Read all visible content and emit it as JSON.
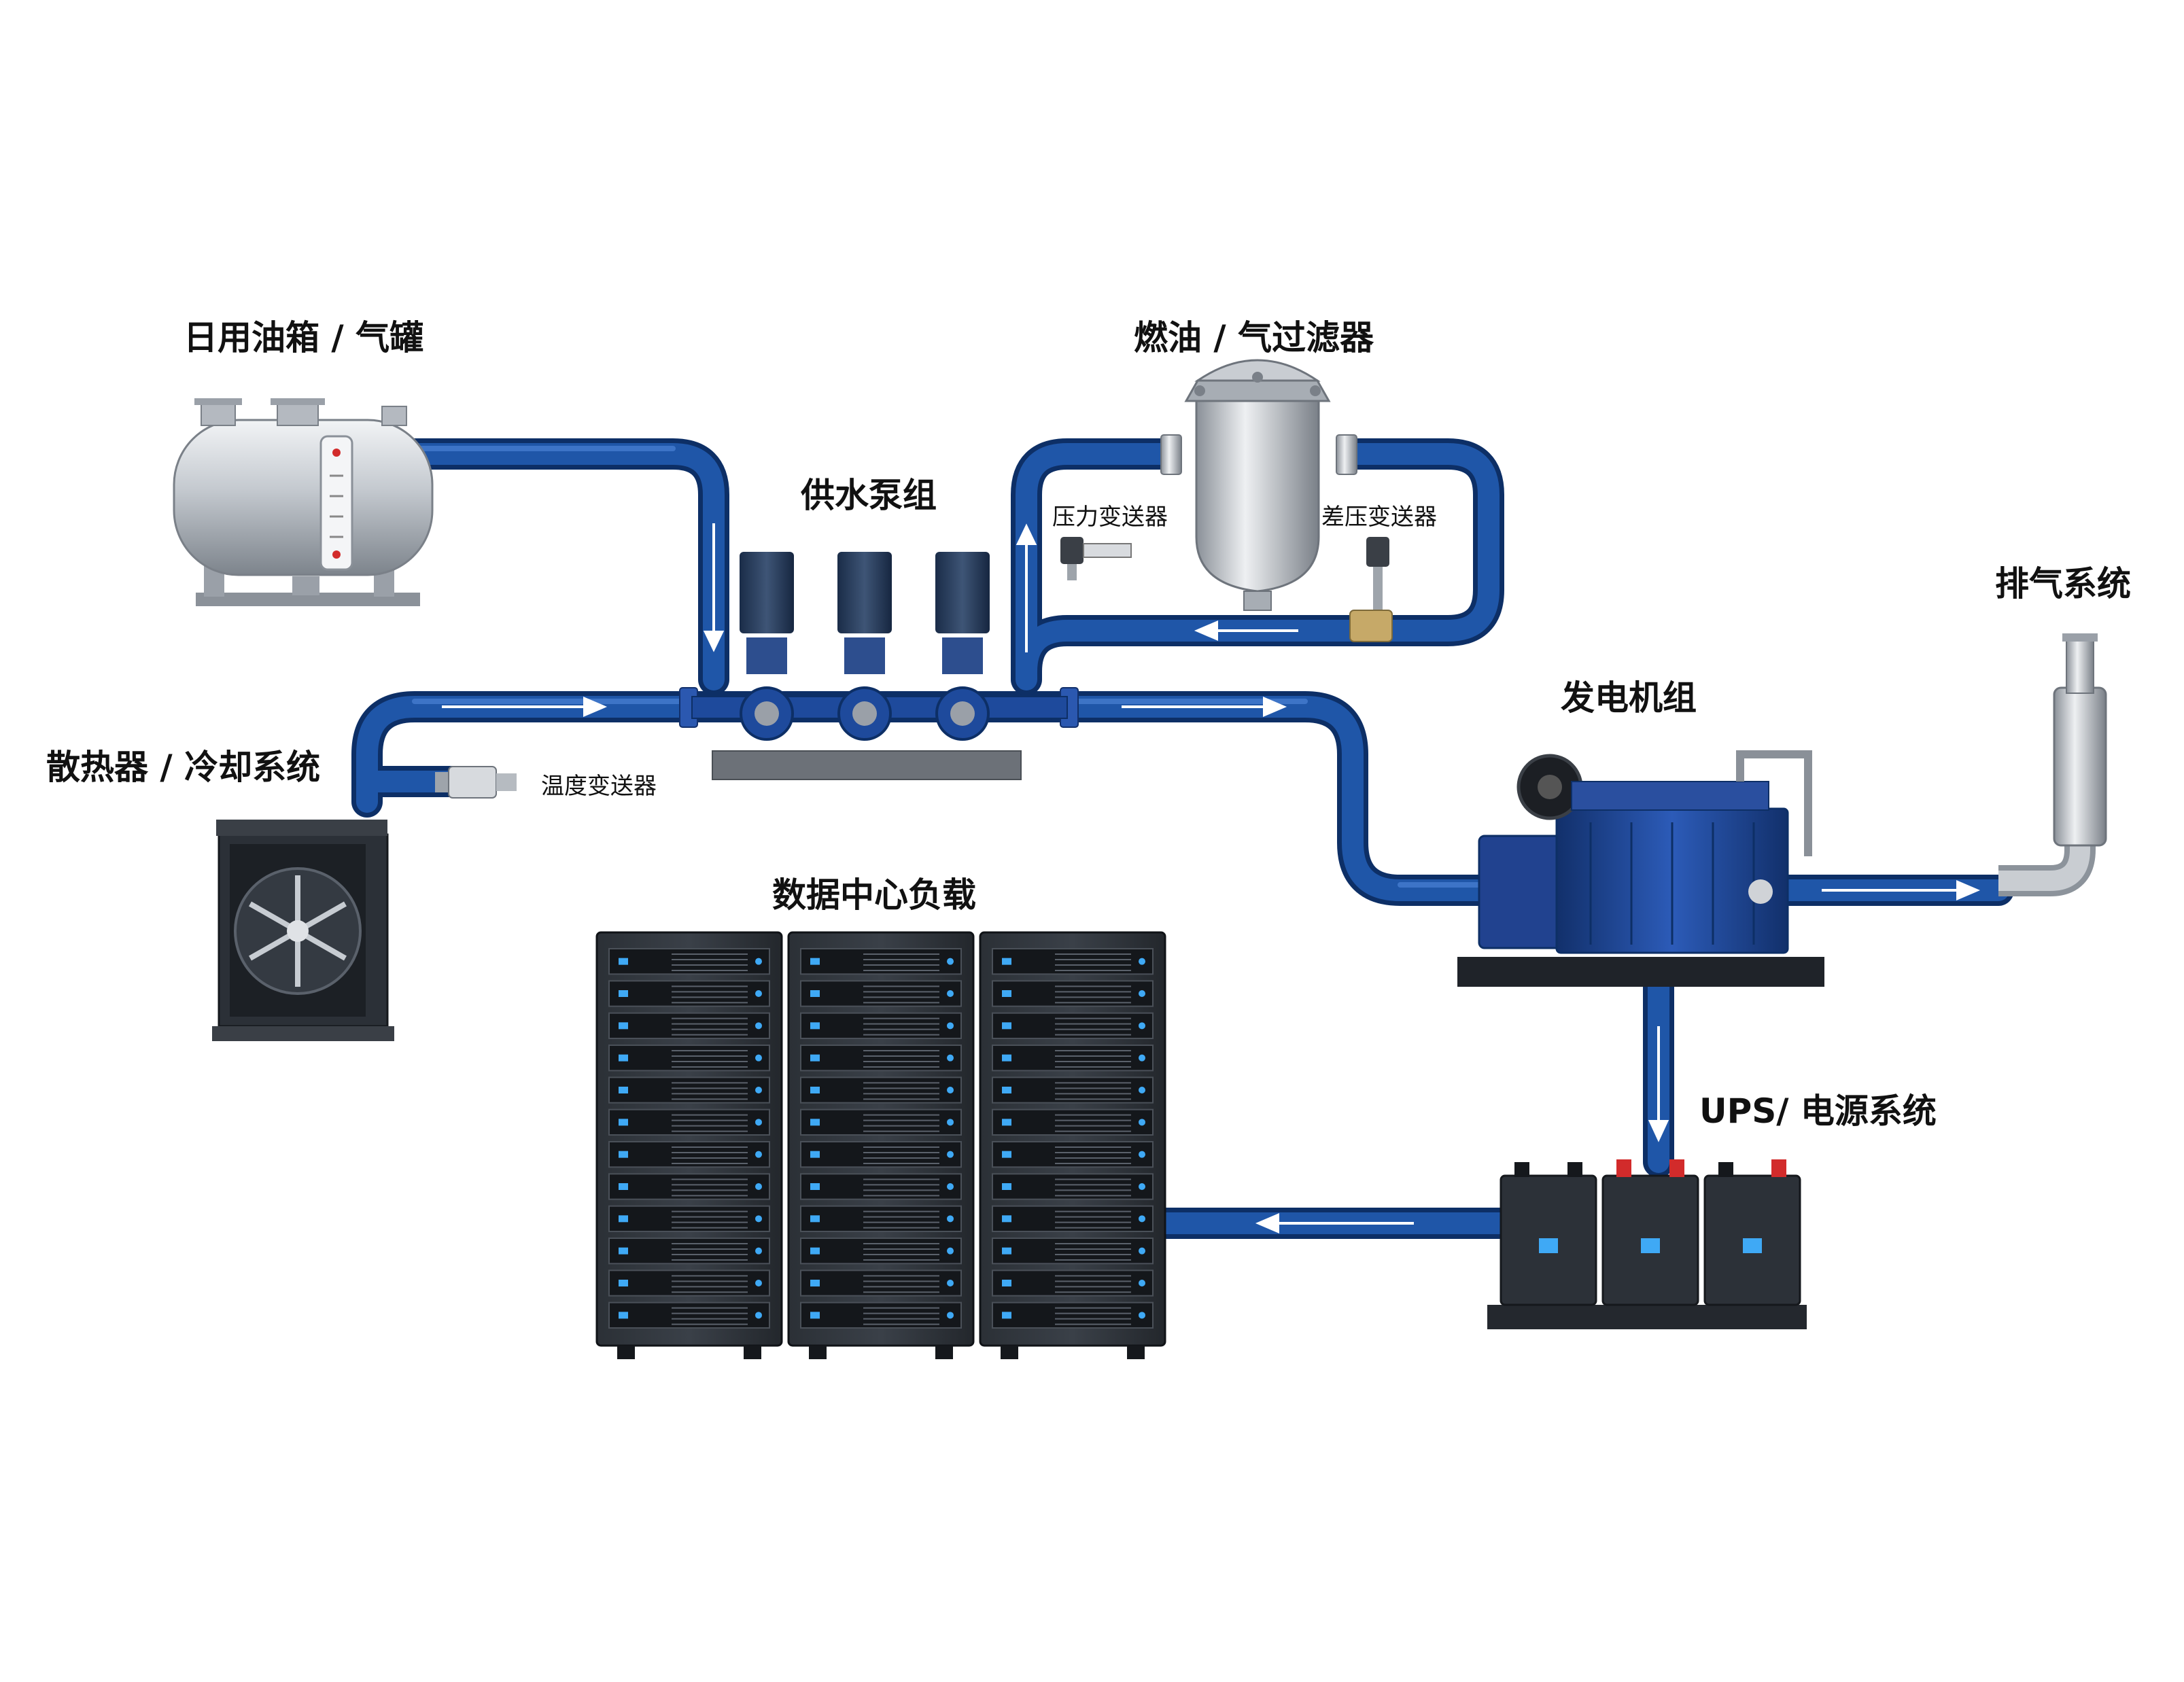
{
  "diagram": {
    "labels": {
      "tank": "日用油箱 / 气罐",
      "filter": "燃油 / 气过滤器",
      "pumps": "供水泵组",
      "exhaust": "排气系统",
      "radiator": "散热器 / 冷却系统",
      "generator": "发电机组",
      "datacenter": "数据中心负载",
      "ups": "UPS/ 电源系统",
      "temp_sensor": "温度变送器",
      "pressure_sensor": "压力变送器",
      "dp_sensor": "差压变送器"
    },
    "colors": {
      "pipe": "#1b4f9c",
      "pipe_dark": "#0d2f66",
      "arrow": "#ffffff",
      "steel": "#c8ccd2",
      "machine_blue": "#1e3f8a",
      "rack": "#1f2329",
      "led": "#3fa9f5",
      "ups_red": "#d22b2b"
    }
  }
}
